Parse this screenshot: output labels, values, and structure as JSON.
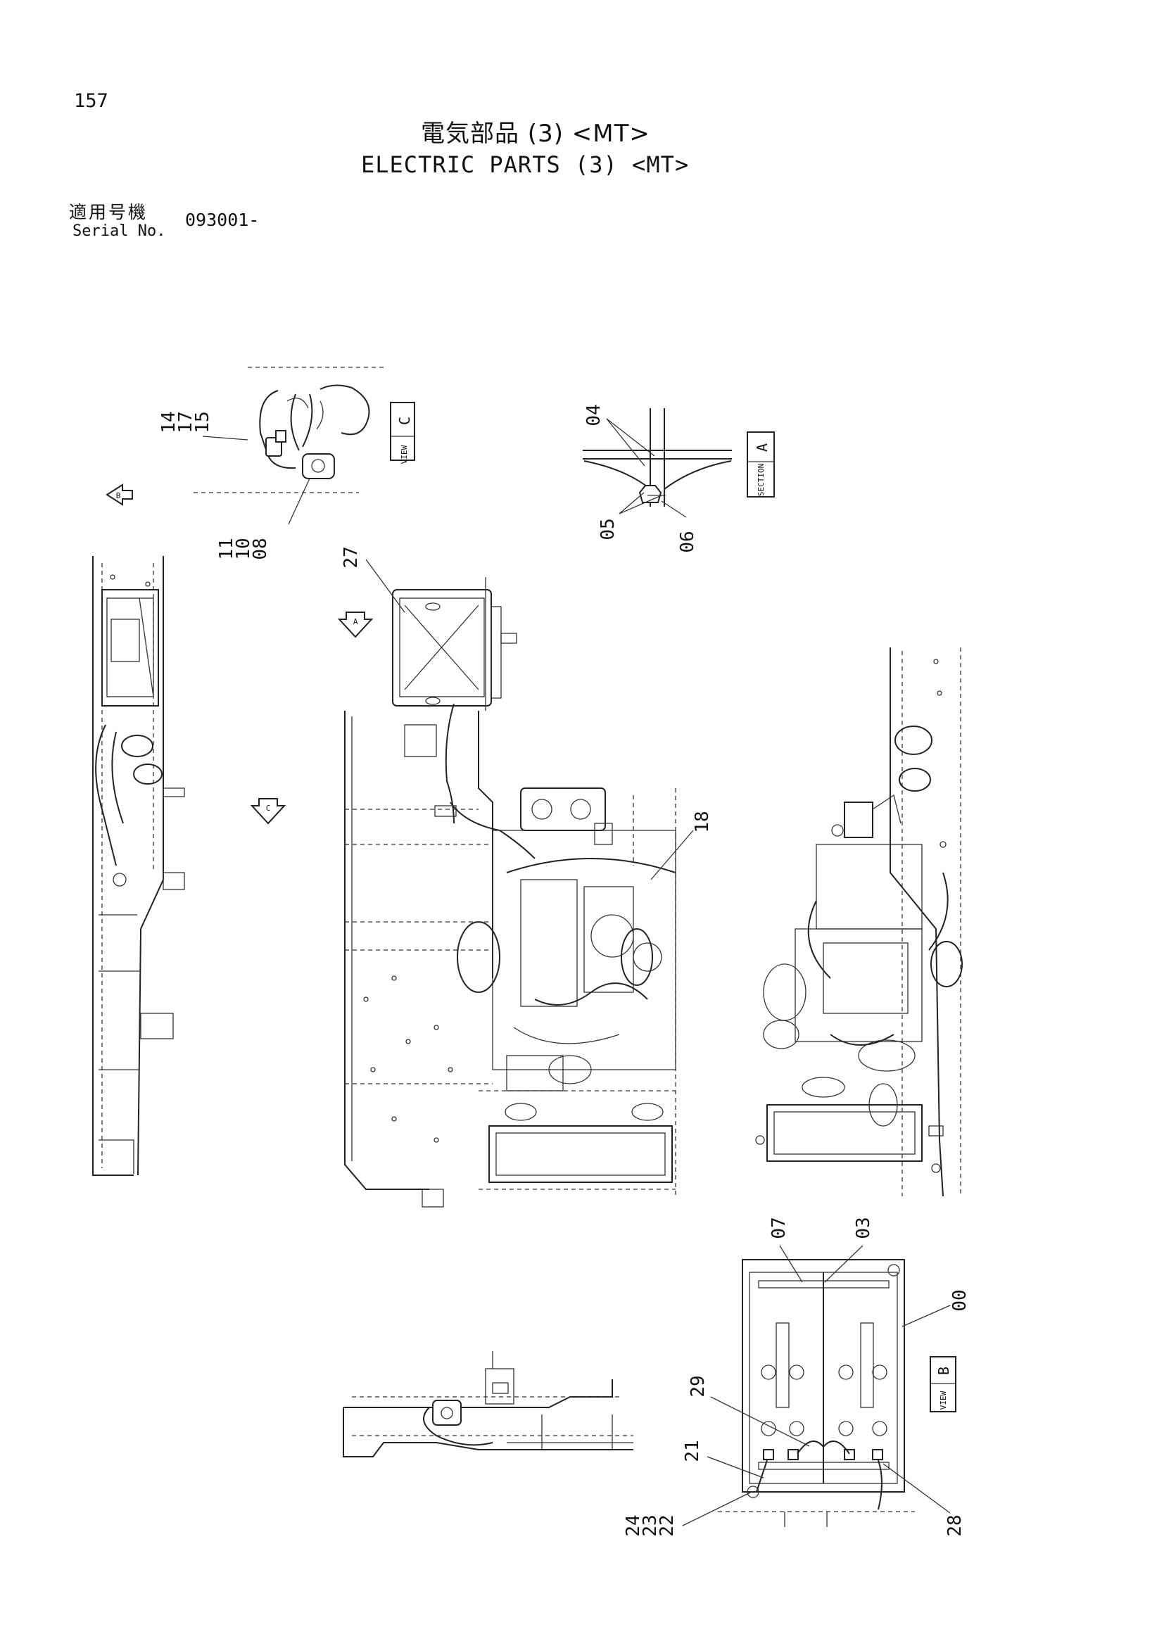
{
  "header": {
    "page_number": "157",
    "title_jp": "電気部品 (3) <MT>",
    "title_en": "ELECTRIC PARTS (3) <MT>",
    "serial_label_jp": "適用号機",
    "serial_label_en": "Serial No.",
    "serial_value": "093001-"
  },
  "views": {
    "view_c": "C",
    "view_c_caption": "VIEW",
    "section_a": "A",
    "section_a_caption": "SECTION",
    "view_b": "B",
    "view_b_caption": "VIEW",
    "arrow_a": "A",
    "arrow_b": "B",
    "arrow_c": "C"
  },
  "part_labels": {
    "p14": "14",
    "p17": "17",
    "p15": "15",
    "p11": "11",
    "p10": "10",
    "p08": "08",
    "p04": "04",
    "p05": "05",
    "p06": "06",
    "p27": "27",
    "p18": "18",
    "p07": "07",
    "p03": "03",
    "p00": "00",
    "p29": "29",
    "p21": "21",
    "p24": "24",
    "p23": "23",
    "p22": "22",
    "p28": "28"
  }
}
